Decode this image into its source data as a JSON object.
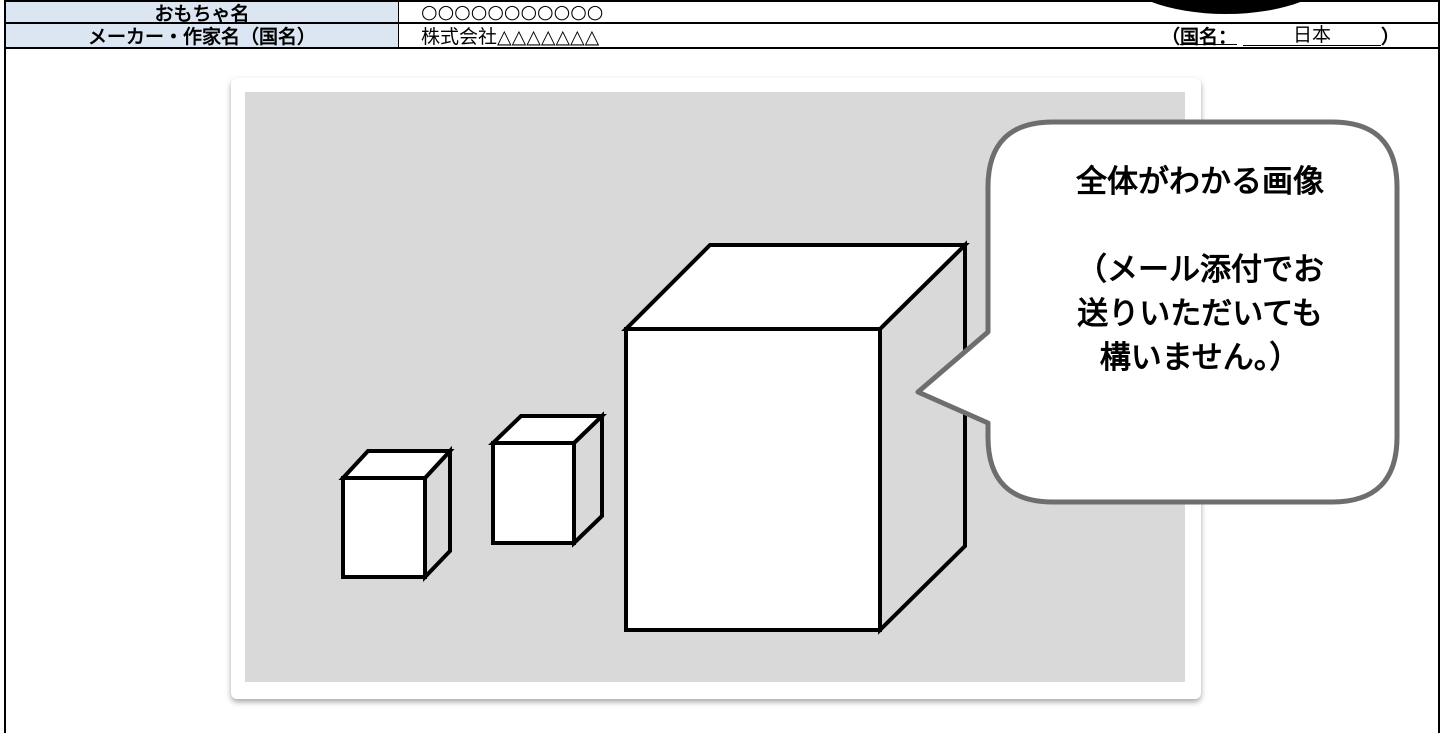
{
  "form": {
    "toy_name_label": "おもちゃ名",
    "toy_name_value": "○○○○○○○○○○○",
    "maker_label": "メーカー・作家名（国名）",
    "maker_value": "株式会社△△△△△△△",
    "country_open_paren": "（",
    "country_label": "国名：",
    "country_value": "日本",
    "country_close_paren": "）"
  },
  "callout": {
    "title": "全体がわかる画像",
    "note_line1": "（メール添付でお",
    "note_line2": "送りいただいても",
    "note_line3": "構いません。）"
  }
}
